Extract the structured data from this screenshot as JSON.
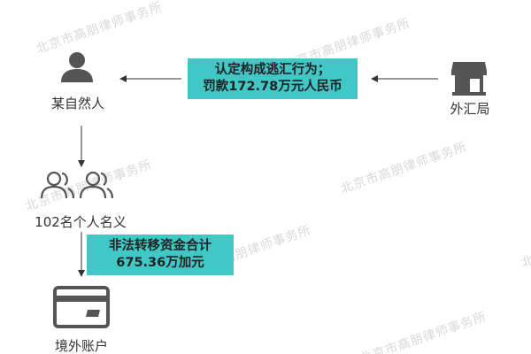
{
  "diagram": {
    "entities": {
      "person": {
        "label": "某自然人",
        "icon": "person-icon"
      },
      "authority": {
        "label": "外汇局",
        "icon": "bank-building-icon"
      },
      "group": {
        "label": "102名个人名义",
        "icon": "people-group-icon"
      },
      "account": {
        "label": "境外账户",
        "icon": "credit-card-icon"
      }
    },
    "boxes": {
      "penalty": {
        "line1": "认定构成逃汇行为；",
        "line2": "罚款172.78万元人民币"
      },
      "transfer": {
        "line1": "非法转移资金合计",
        "line2": "675.36万加元"
      }
    },
    "watermark": "北京市高朋律师事务所"
  },
  "colors": {
    "box_fill": "#40c8c6",
    "icon": "#555555",
    "arrow": "#333333",
    "watermark": "#d8d8d8"
  }
}
